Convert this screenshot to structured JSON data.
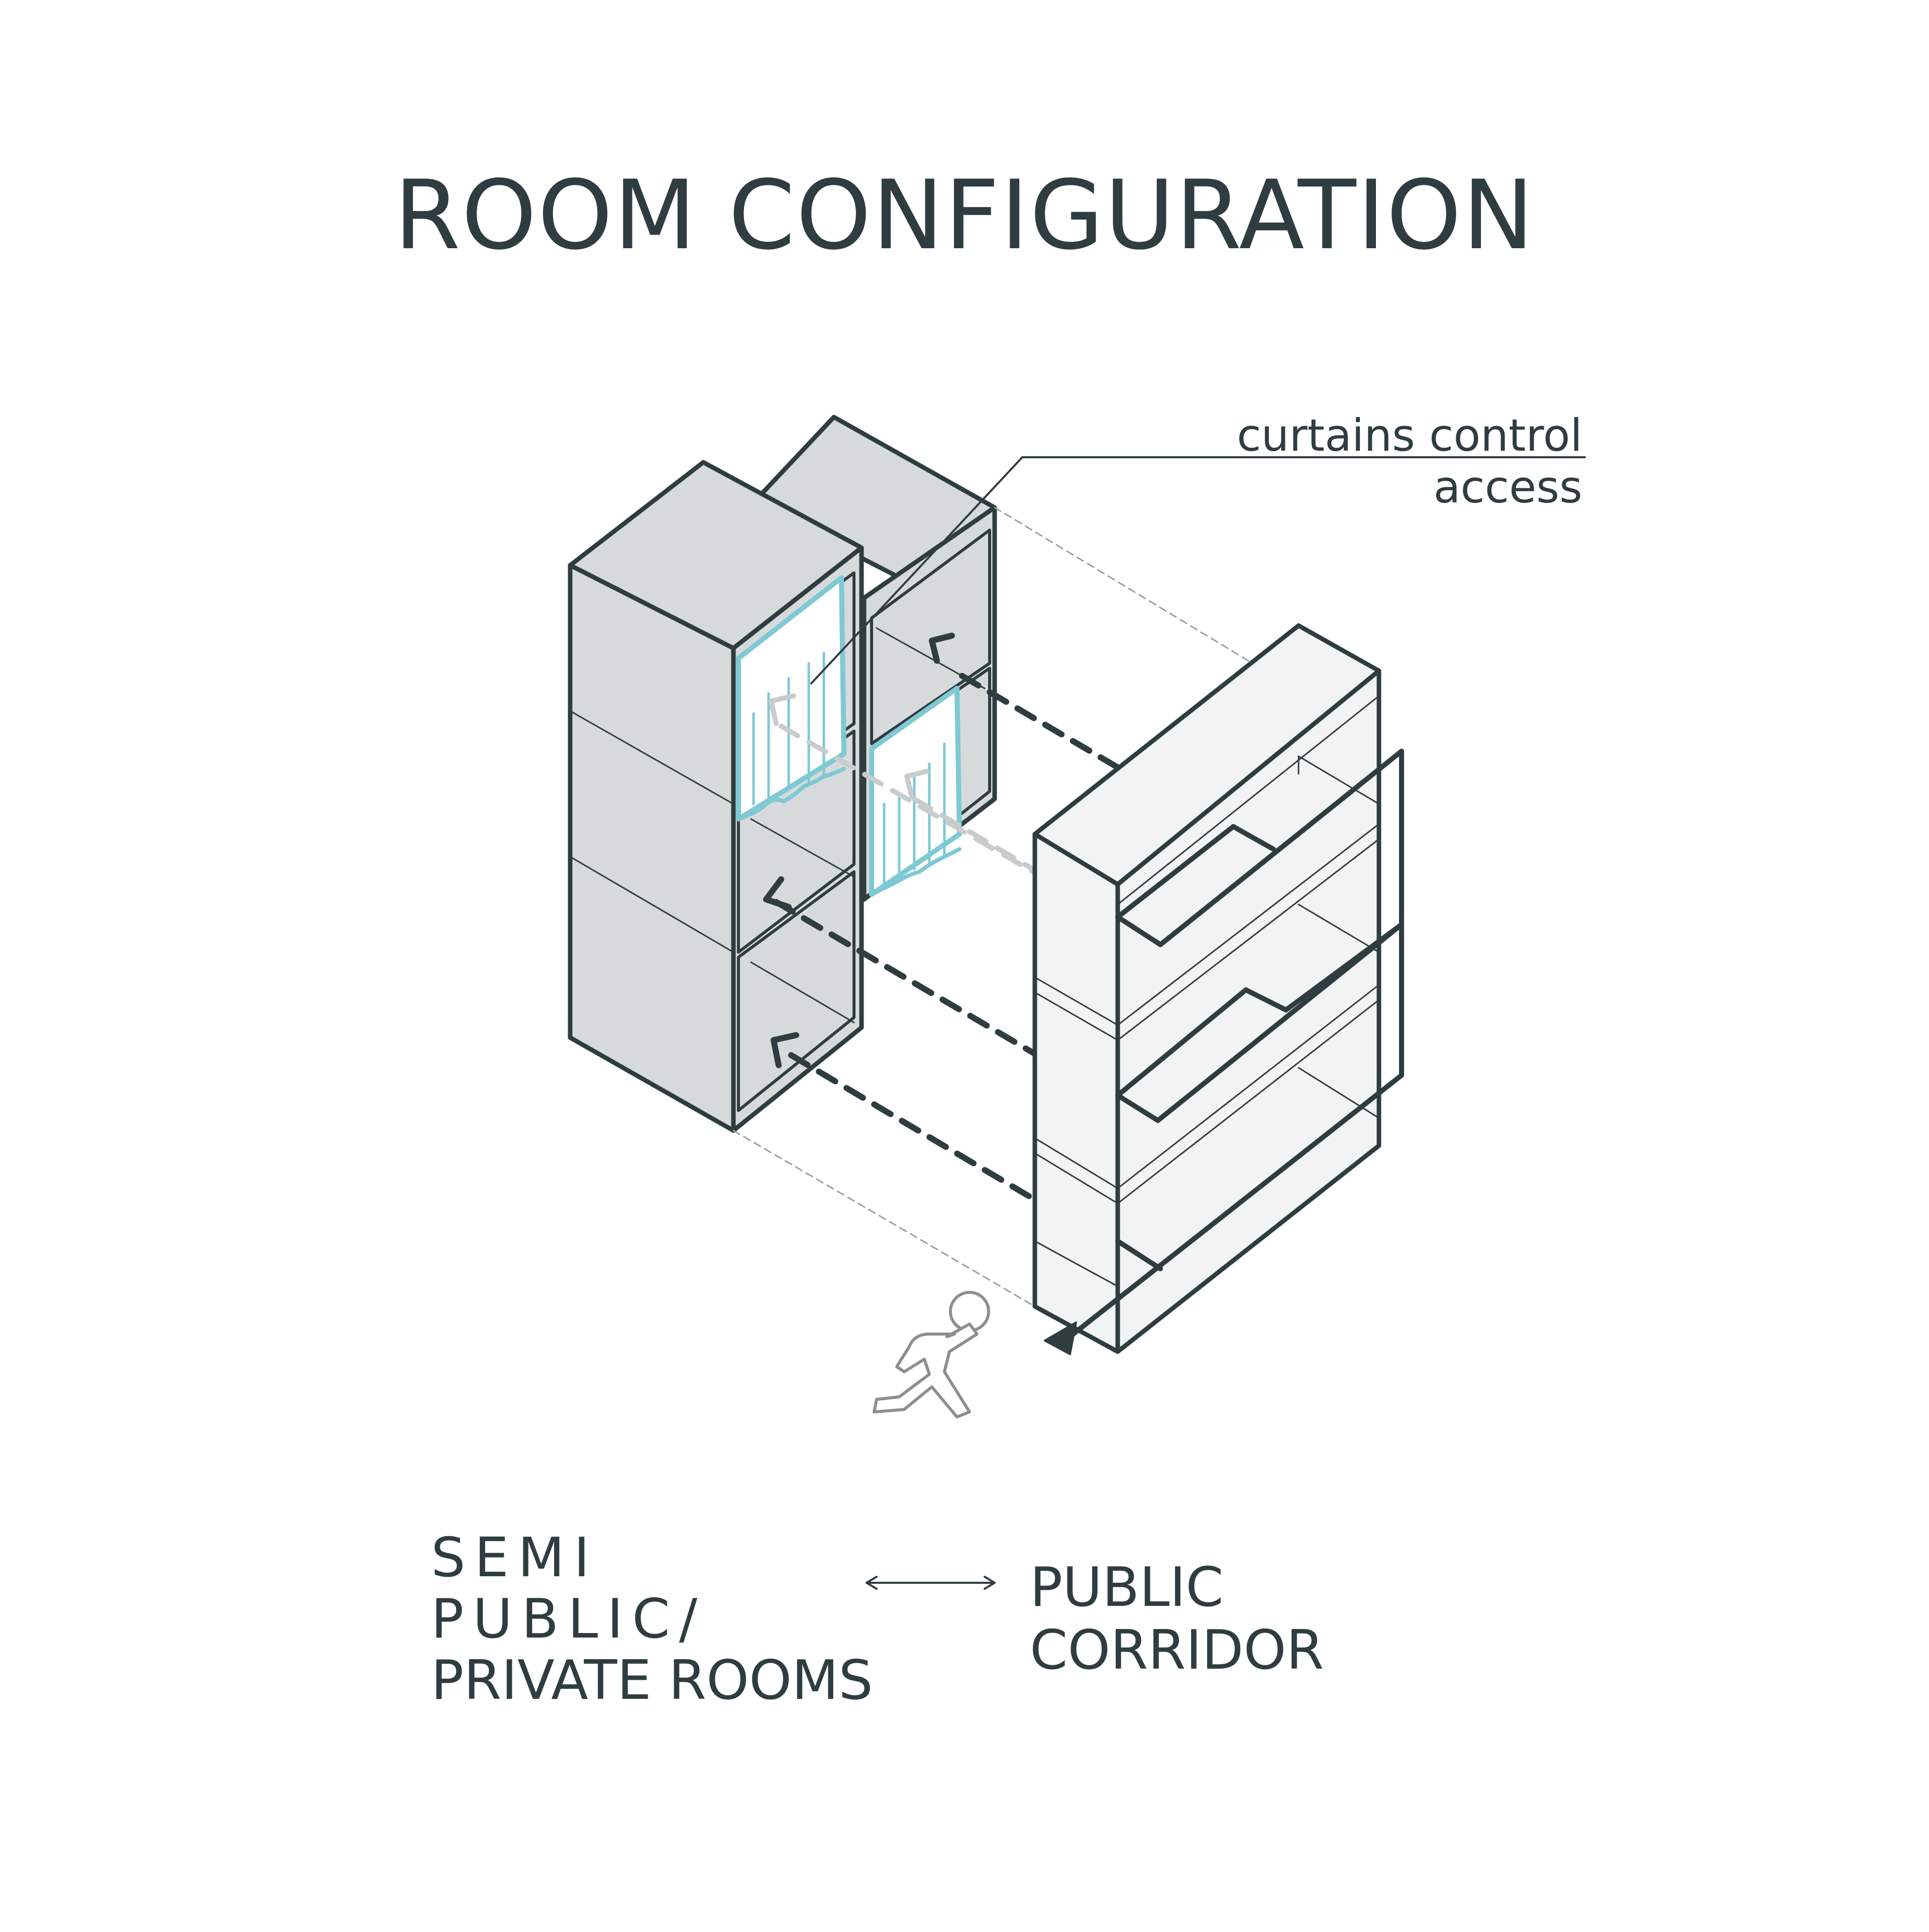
{
  "title": "ROOM CONFIGURATION",
  "callout": {
    "label": "curtains control access"
  },
  "legend": {
    "left_line1": "SEMI PUBLIC/",
    "left_line2": "PRIVATE ROOMS",
    "right": "PUBLIC CORRIDOR",
    "connector_icon": "double-arrow-icon"
  },
  "colors": {
    "ink": "#2f3d40",
    "room_fill": "#d7dadb",
    "corridor_fill": "#f2f4f3",
    "curtain": "#7ec9d4",
    "faint_path": "#c8cccc"
  }
}
